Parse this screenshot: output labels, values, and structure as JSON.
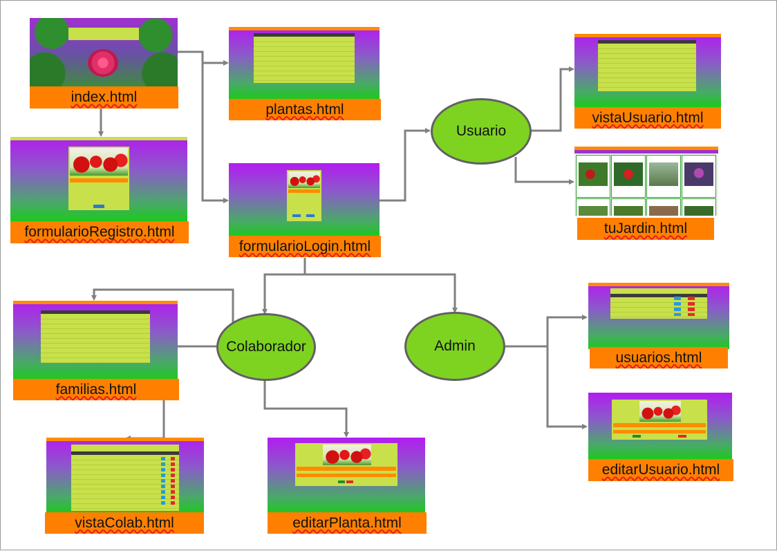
{
  "colors": {
    "label_fill": "#ff8000",
    "role_fill": "#7ed321",
    "role_border": "#616161",
    "arrow": "#808080",
    "screenshot_gradient_top": "#b21cf0",
    "screenshot_gradient_bottom": "#1ec81e"
  },
  "pages": {
    "index": "index.html",
    "plantas": "plantas.html",
    "registro": "formularioRegistro.html",
    "login": "formularioLogin.html",
    "vista_usuario": "vistaUsuario.html",
    "tu_jardin": "tuJardin.html",
    "familias": "familias.html",
    "vista_colab": "vistaColab.html",
    "editar_planta": "editarPlanta.html",
    "usuarios": "usuarios.html",
    "editar_usuario": "editarUsuario.html"
  },
  "roles": {
    "usuario": "Usuario",
    "colaborador": "Colaborador",
    "admin": "Admin"
  },
  "connections": [
    {
      "from": "index",
      "to": "plantas"
    },
    {
      "from": "index",
      "to": "registro"
    },
    {
      "from": "index",
      "to": "login"
    },
    {
      "from": "login",
      "to": "usuario"
    },
    {
      "from": "usuario",
      "to": "vista_usuario"
    },
    {
      "from": "usuario",
      "to": "tu_jardin"
    },
    {
      "from": "login",
      "to": "colaborador"
    },
    {
      "from": "login",
      "to": "admin"
    },
    {
      "from": "colaborador",
      "to": "familias"
    },
    {
      "from": "colaborador",
      "to": "vista_colab"
    },
    {
      "from": "colaborador",
      "to": "editar_planta"
    },
    {
      "from": "admin",
      "to": "usuarios"
    },
    {
      "from": "admin",
      "to": "editar_usuario"
    }
  ]
}
